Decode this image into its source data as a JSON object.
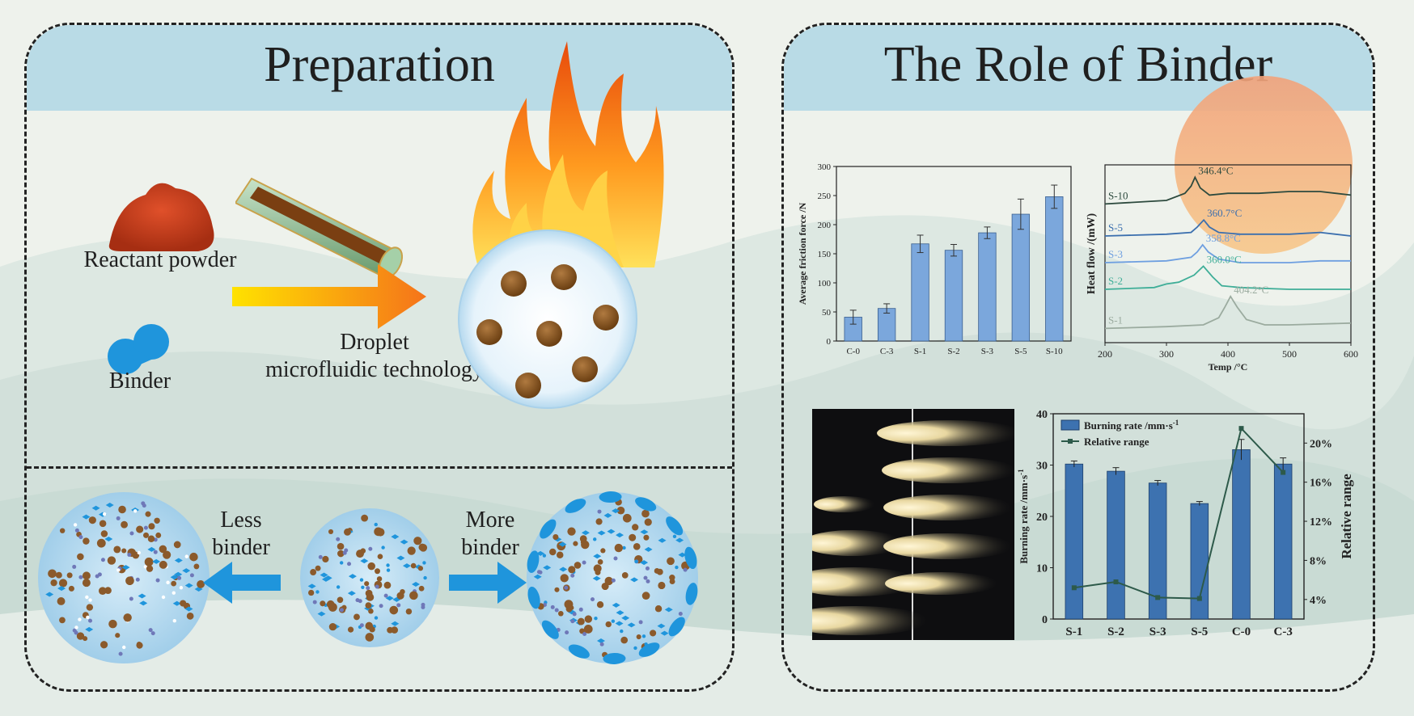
{
  "panels": {
    "preparation": {
      "title": "Preparation",
      "reactant_label": "Reactant powder",
      "binder_label": "Binder",
      "process_label_line1": "Droplet",
      "process_label_line2": "microfluidic technology",
      "less_binder_line1": "Less",
      "less_binder_line2": "binder",
      "more_binder_line1": "More",
      "more_binder_line2": "binder"
    },
    "role_of_binder": {
      "title": "The Role of Binder"
    }
  },
  "colors": {
    "header_band": "#b9dbe6",
    "bar_fill": "#7ba7dc",
    "bar2_fill": "#3d72b0",
    "line_color": "#2d5a4a",
    "binder_blue": "#1f95dc",
    "particle_brown": "#8b5a2b",
    "flame_orange": "#f5731a"
  },
  "chart_data": [
    {
      "type": "bar",
      "ylabel": "Average friction force /N",
      "categories": [
        "C-0",
        "C-3",
        "S-1",
        "S-2",
        "S-3",
        "S-5",
        "S-10"
      ],
      "values": [
        41,
        56,
        167,
        156,
        186,
        218,
        248
      ],
      "errors": [
        12,
        8,
        15,
        10,
        10,
        26,
        20
      ],
      "ylim": [
        0,
        300
      ],
      "yticks": [
        "0",
        "50",
        "100",
        "150",
        "200",
        "250",
        "300"
      ]
    },
    {
      "type": "line",
      "xlabel": "Temp /°C",
      "ylabel": "Heat flow /(mW)",
      "xlim": [
        200,
        600
      ],
      "xticks": [
        "200",
        "300",
        "400",
        "500",
        "600"
      ],
      "series": [
        {
          "name": "S-10",
          "peak_x": 346.4,
          "peak_label": "346.4°C",
          "color": "#2d4a3e",
          "x": [
            200,
            300,
            330,
            340,
            346.4,
            355,
            370,
            400,
            450,
            500,
            550,
            600
          ],
          "y": [
            0.78,
            0.8,
            0.84,
            0.88,
            0.93,
            0.87,
            0.83,
            0.84,
            0.84,
            0.85,
            0.85,
            0.83
          ]
        },
        {
          "name": "S-5",
          "peak_x": 360.7,
          "peak_label": "360.7°C",
          "color": "#3b6fae",
          "x": [
            200,
            300,
            340,
            350,
            360.7,
            370,
            385,
            420,
            500,
            550,
            600
          ],
          "y": [
            0.6,
            0.61,
            0.62,
            0.65,
            0.69,
            0.65,
            0.62,
            0.61,
            0.61,
            0.62,
            0.6
          ]
        },
        {
          "name": "S-3",
          "peak_x": 358.8,
          "peak_label": "358.8°C",
          "color": "#6e9fe0",
          "x": [
            200,
            300,
            340,
            350,
            358.8,
            368,
            385,
            420,
            500,
            550,
            600
          ],
          "y": [
            0.45,
            0.46,
            0.48,
            0.51,
            0.55,
            0.51,
            0.47,
            0.45,
            0.45,
            0.46,
            0.46
          ]
        },
        {
          "name": "S-2",
          "peak_x": 360.0,
          "peak_label": "360.0°C",
          "color": "#3fae98",
          "x": [
            200,
            280,
            300,
            320,
            345,
            360,
            375,
            390,
            420,
            500,
            600
          ],
          "y": [
            0.3,
            0.31,
            0.33,
            0.34,
            0.38,
            0.43,
            0.37,
            0.32,
            0.31,
            0.3,
            0.3
          ]
        },
        {
          "name": "S-1",
          "peak_x": 404.2,
          "peak_label": "404.2°C",
          "color": "#9bab9f",
          "x": [
            200,
            300,
            360,
            385,
            395,
            404.2,
            415,
            430,
            460,
            500,
            600
          ],
          "y": [
            0.08,
            0.09,
            0.1,
            0.14,
            0.2,
            0.26,
            0.2,
            0.13,
            0.1,
            0.1,
            0.11
          ]
        }
      ]
    },
    {
      "type": "bar",
      "categories": [
        "S-1",
        "S-2",
        "S-3",
        "S-5",
        "C-0",
        "C-3"
      ],
      "ylabel": "Burning rate /mm·s",
      "ylabel_sup": "-1",
      "y2label": "Relative range",
      "ylim": [
        0,
        40
      ],
      "yticks": [
        "0",
        "10",
        "20",
        "30",
        "40"
      ],
      "y2lim": [
        2,
        23
      ],
      "y2ticks": [
        "4%",
        "8%",
        "12%",
        "16%",
        "20%"
      ],
      "series": [
        {
          "name": "Burning rate /mm·s",
          "name_sup": "-1",
          "values": [
            30.2,
            28.8,
            26.5,
            22.5,
            33.0,
            30.2
          ],
          "errors": [
            0.6,
            0.7,
            0.5,
            0.4,
            2.0,
            1.2
          ]
        },
        {
          "name": "Relative range",
          "values": [
            5.2,
            5.8,
            4.2,
            4.1,
            21.5,
            17.0
          ]
        }
      ]
    }
  ]
}
